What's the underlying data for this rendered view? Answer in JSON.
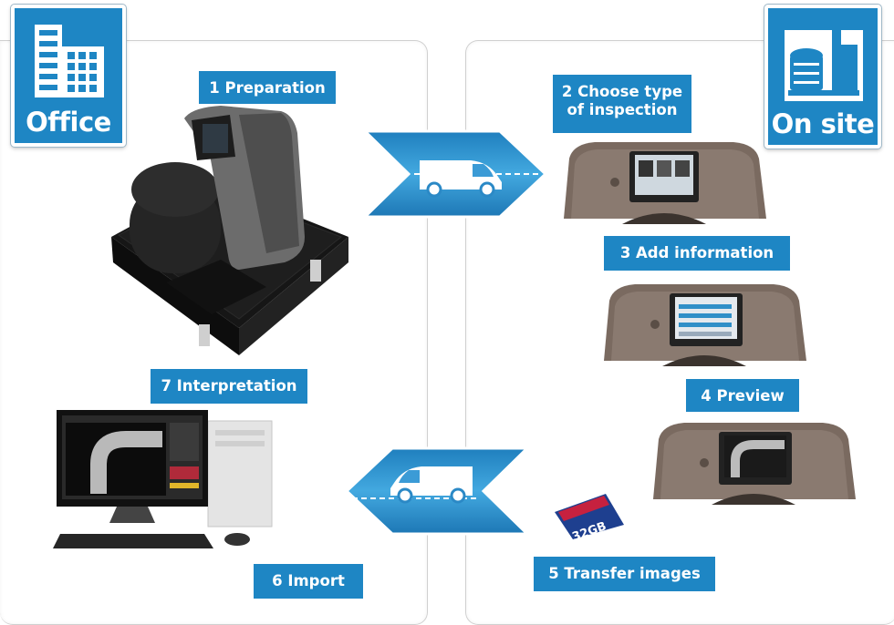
{
  "locations": {
    "office": "Office",
    "onsite": "On site"
  },
  "steps": [
    {
      "label": "1 Preparation"
    },
    {
      "label": "2 Choose type",
      "label2": "of inspection"
    },
    {
      "label": "3 Add information"
    },
    {
      "label": "4 Preview"
    },
    {
      "label": "5 Transfer images"
    },
    {
      "label": "6 Import"
    },
    {
      "label": "7 Interpretation"
    }
  ],
  "sd_card": {
    "capacity": "32GB"
  },
  "colors": {
    "brand_blue": "#1e86c4",
    "arrow_light": "#4fb3e6",
    "device_body": "#7a6a60"
  },
  "icons": [
    "office-building-icon",
    "industrial-plant-icon",
    "van-icon"
  ]
}
